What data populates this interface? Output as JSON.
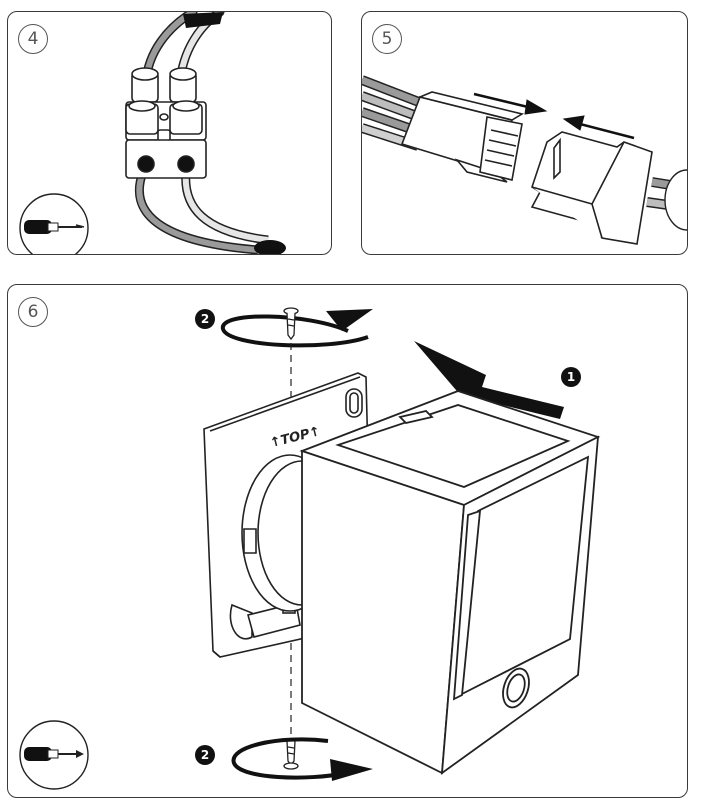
{
  "panels": [
    {
      "id": "4",
      "label": "4"
    },
    {
      "id": "5",
      "label": "5"
    },
    {
      "id": "6",
      "label": "6"
    }
  ],
  "callouts": {
    "slide": "1",
    "screw_top": "2",
    "screw_bottom": "2"
  },
  "engraving": "↑TOP↑",
  "icons": [
    "terminal-block-icon",
    "connector-plug-icon",
    "screwdriver-icon",
    "screw-icon",
    "rotate-arrow-icon",
    "direction-arrow-icon"
  ],
  "colors": {
    "line": "#222222",
    "wire_grey": "#9a9a9a",
    "wire_light": "#e6e6e6",
    "fill_black": "#111111"
  }
}
